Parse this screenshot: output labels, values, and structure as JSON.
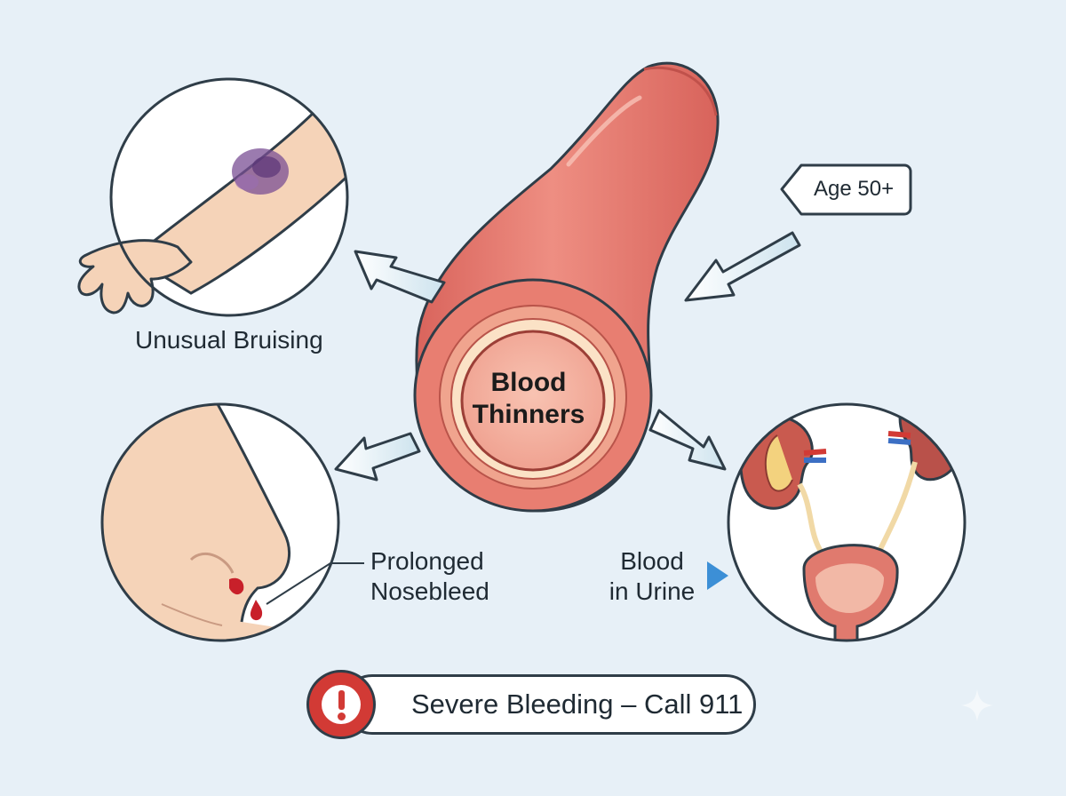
{
  "center": {
    "line1": "Blood",
    "line2": "Thinners"
  },
  "risk_factor": {
    "label": "Age 50+"
  },
  "symptoms": {
    "bruising": {
      "label": "Unusual Bruising"
    },
    "nosebleed": {
      "line1": "Prolonged",
      "line2": "Nosebleed"
    },
    "urine": {
      "line1": "Blood",
      "line2": "in Urine"
    }
  },
  "warning": {
    "text": "Severe Bleeding – Call 911"
  },
  "colors": {
    "background": "#e7f0f7",
    "vessel": "#e77d72",
    "vessel_inner": "#f6b69e",
    "arrow": "#d6e9f2",
    "outline": "#2f3d48",
    "alert_red": "#d23a35",
    "bruise": "#7a4f94",
    "skin": "#f5d3b8"
  },
  "icons": [
    "alert-exclamation-icon",
    "tag-pointer-icon",
    "play-triangle-icon"
  ]
}
